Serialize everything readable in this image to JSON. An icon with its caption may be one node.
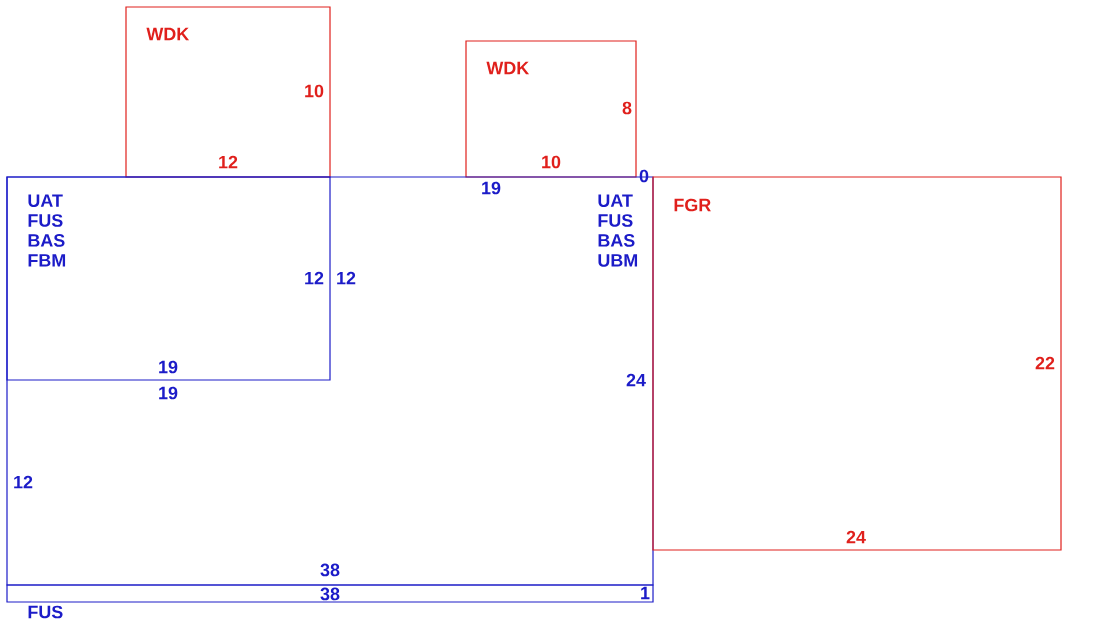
{
  "diagram": {
    "nodes": [
      {
        "text": [
          "WDK",
          "10",
          "12"
        ]
      },
      {
        "text": [
          "WDK",
          "8",
          "10"
        ]
      },
      {
        "text": [
          "UAT FUS BAS UBM",
          "19",
          "0",
          "12",
          "19",
          "24",
          "12",
          "38"
        ]
      },
      {
        "text": [
          "UAT FUS BAS FBM",
          "12",
          "19"
        ],
        "in": 2
      },
      {
        "text": [
          "FGR",
          "22",
          "24"
        ]
      },
      {
        "text": [
          "38",
          "1",
          "FUS"
        ]
      }
    ]
  }
}
